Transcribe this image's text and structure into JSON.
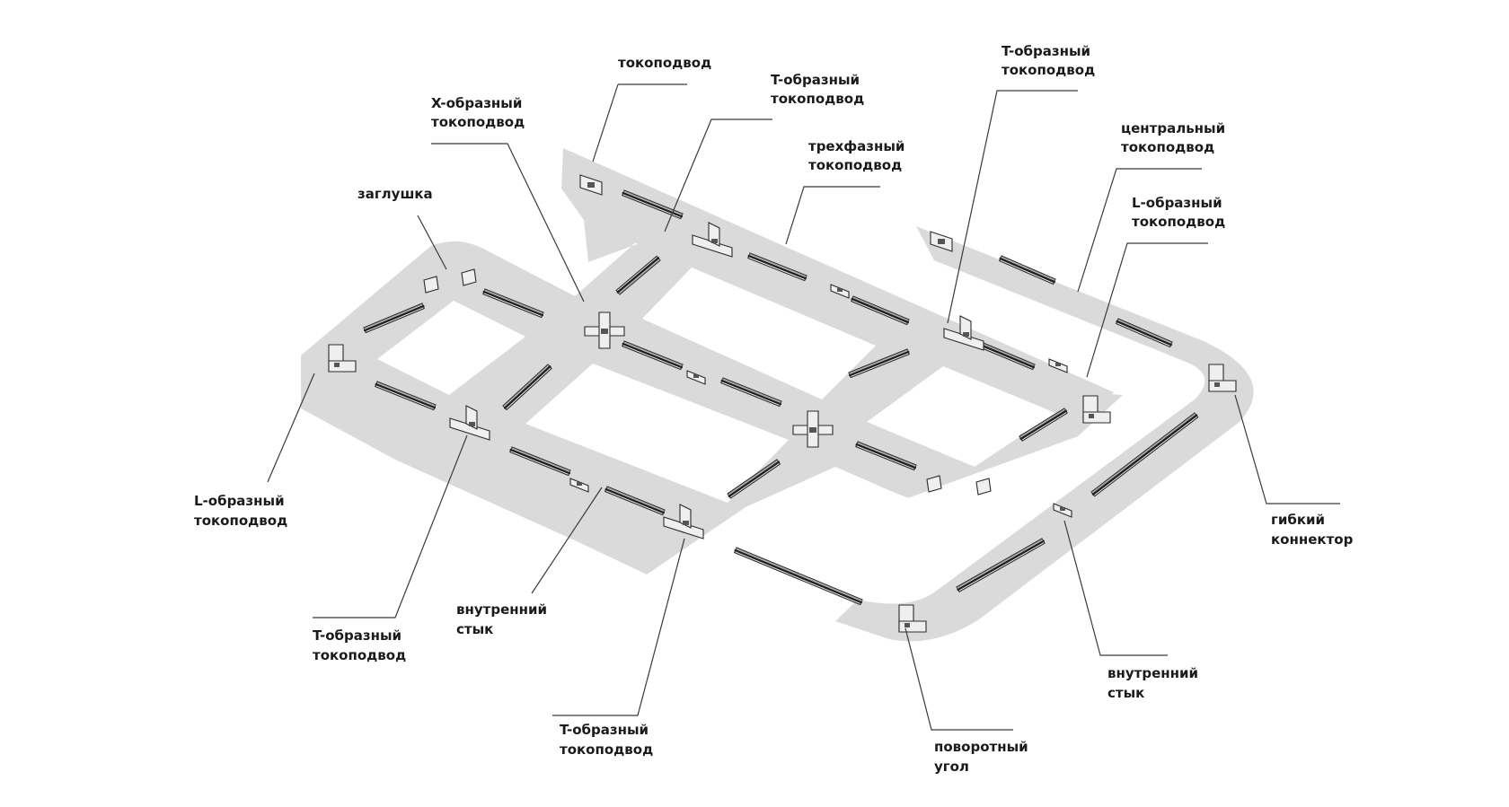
{
  "labels": {
    "feed_top": "токоподвод",
    "t_feed_top": [
      "T-образный",
      "токоподвод"
    ],
    "x_feed": [
      "X-образный",
      "токоподвод"
    ],
    "three_phase_feed": [
      "трехфазный",
      "токоподвод"
    ],
    "t_feed_top_right": [
      "T-образный",
      "токоподвод"
    ],
    "central_feed": [
      "центральный",
      "токоподвод"
    ],
    "l_feed_right": [
      "L-образный",
      "токоподвод"
    ],
    "end_cap": "заглушка",
    "l_feed_left": [
      "L-образный",
      "токоподвод"
    ],
    "flex_connector": [
      "гибкий",
      "коннектор"
    ],
    "inner_joint_mid": [
      "внутренний",
      "стык"
    ],
    "t_feed_bottom_left": [
      "T-образный",
      "токоподвод"
    ],
    "inner_joint_right": [
      "внутренний",
      "стык"
    ],
    "t_feed_bottom": [
      "T-образный",
      "токоподвод"
    ],
    "corner_turn": [
      "поворотный",
      "угол"
    ]
  },
  "icons": {
    "rail": "track-rail-icon",
    "t_connector": "t-connector-icon",
    "x_connector": "x-connector-icon",
    "l_connector": "l-connector-icon",
    "end_cap": "end-cap-icon",
    "joint": "straight-joint-icon",
    "feed": "feed-icon"
  },
  "colors": {
    "track_band": "#dadada",
    "outline": "#2b2b2b",
    "text": "#1a1a1a"
  }
}
